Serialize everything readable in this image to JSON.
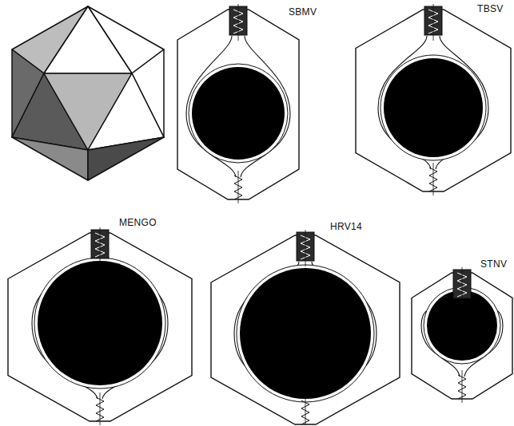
{
  "diagram": {
    "labels": [
      "SBMV",
      "TBSV",
      "MENGO",
      "HRV14",
      "STNV"
    ]
  }
}
